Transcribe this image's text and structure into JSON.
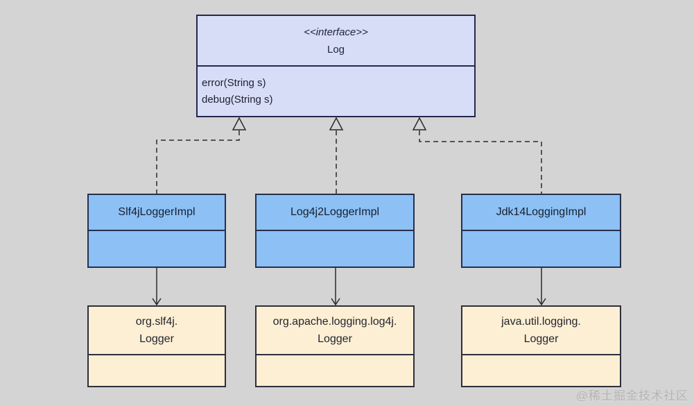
{
  "diagram": {
    "type": "uml-class-diagram",
    "interface": {
      "stereotype": "<<interface>>",
      "name": "Log",
      "methods": [
        "error(String s)",
        "debug(String s)"
      ]
    },
    "classes": [
      {
        "name": "Slf4jLoggerImpl"
      },
      {
        "name": "Log4j2LoggerImpl"
      },
      {
        "name": "Jdk14LoggingImpl"
      }
    ],
    "packages": [
      {
        "line1": "org.slf4j.",
        "line2": "Logger"
      },
      {
        "line1": "org.apache.logging.log4j.",
        "line2": "Logger"
      },
      {
        "line1": "java.util.logging.",
        "line2": "Logger"
      }
    ],
    "relations": [
      {
        "from": "Slf4jLoggerImpl",
        "to": "Log",
        "type": "realization-dashed-hollow-triangle"
      },
      {
        "from": "Log4j2LoggerImpl",
        "to": "Log",
        "type": "realization-dashed-hollow-triangle"
      },
      {
        "from": "Jdk14LoggingImpl",
        "to": "Log",
        "type": "realization-dashed-hollow-triangle"
      },
      {
        "from": "Slf4jLoggerImpl",
        "to": "org.slf4j.Logger",
        "type": "solid-open-arrow"
      },
      {
        "from": "Log4j2LoggerImpl",
        "to": "org.apache.logging.log4j.Logger",
        "type": "solid-open-arrow"
      },
      {
        "from": "Jdk14LoggingImpl",
        "to": "java.util.logging.Logger",
        "type": "solid-open-arrow"
      }
    ],
    "colors": {
      "background": "#d4d4d4",
      "interface_fill": "#d7ddf7",
      "interface_border": "#23284e",
      "class_fill": "#8dc0f5",
      "class_border": "#24304e",
      "package_fill": "#fcefd3",
      "package_border": "#2e2e3c",
      "connector": "#2a2a2a"
    }
  },
  "watermark": {
    "text": "@稀土掘金技术社区"
  }
}
